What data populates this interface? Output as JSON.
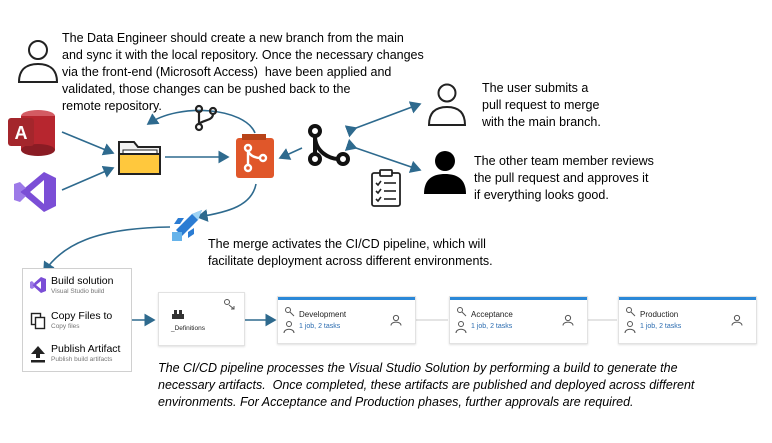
{
  "texts": {
    "engineer": "The Data Engineer should create a new branch from the main\nand sync it with the local repository. Once the necessary changes\nvia the front-end (Microsoft Access)  have been applied and\nvalidated, those changes can be pushed back to the\nremote repository.",
    "user": "The user submits a\npull request to merge\nwith the main branch.",
    "member": "The other team member reviews\nthe pull request and approves it\nif everything looks good.",
    "merge": "The merge activates the CI/CD pipeline, which will\nfacilitate deployment across different environments.",
    "pipeline": "The CI/CD pipeline processes the Visual Studio Solution by performing a build to generate the\nnecessary artifacts.  Once completed, these artifacts are published and deployed across different\nenvironments. For Acceptance and Production phases, further approvals are required."
  },
  "steps": [
    {
      "title": "Build solution",
      "sub": "Visual Studio build"
    },
    {
      "title": "Copy Files to",
      "sub": "Copy files"
    },
    {
      "title": "Publish Artifact",
      "sub": "Publish build artifacts"
    }
  ],
  "definitions_label": "_Definitions",
  "stages": [
    {
      "name": "Development",
      "jobs": "1 job, 2 tasks"
    },
    {
      "name": "Acceptance",
      "jobs": "1 job, 2 tasks"
    },
    {
      "name": "Production",
      "jobs": "1 job, 2 tasks"
    }
  ],
  "icons": [
    "person-outline-icon",
    "person-filled-icon",
    "ms-access-icon",
    "visual-studio-icon",
    "folder-icon",
    "branch-icon",
    "git-repo-icon",
    "merge-icon",
    "clipboard-checklist-icon",
    "azure-pipelines-icon",
    "copy-icon",
    "upload-icon",
    "build-icon",
    "approver-icon"
  ],
  "colors": {
    "arrow": "#2e6a8e",
    "stage_bar": "#2b88d8",
    "repo": "#e0572a",
    "access": "#b7262f",
    "vs": "#7b4ed6"
  }
}
